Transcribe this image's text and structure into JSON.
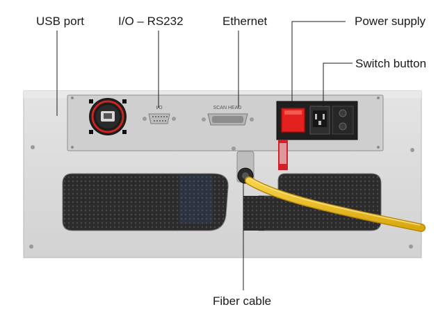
{
  "callouts": {
    "usb": "USB port",
    "io": "I/O – RS232",
    "ethernet": "Ethernet",
    "power": "Power supply",
    "switch": "Switch button",
    "fiber": "Fiber cable"
  },
  "panel_text": {
    "io": "I/O",
    "scan_head": "SCAN HEAD"
  },
  "colors": {
    "chassis": "#dcdcdc",
    "cable": "#f0c21e",
    "switch": "#e3211f"
  }
}
